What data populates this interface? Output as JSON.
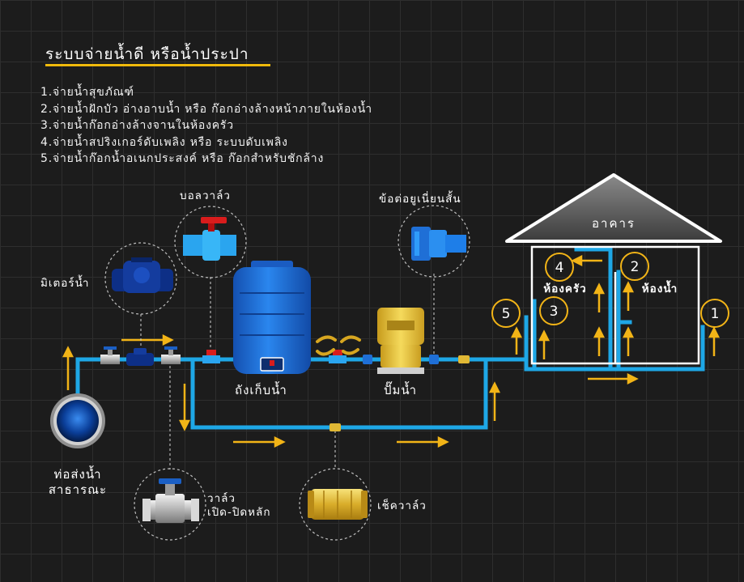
{
  "title": "ระบบจ่ายน้ำดี หรือน้ำประปา",
  "legend": [
    "1.จ่ายน้ำสุขภัณฑ์",
    "2.จ่ายน้ำฝักบัว อ่างอาบน้ำ หรือ ก๊อกอ่างล้างหน้าภายในห้องน้ำ",
    "3.จ่ายน้ำก๊อกอ่างล้างจานในห้องครัว",
    "4.จ่ายน้ำสปริงเกอร์ดับเพลิง หรือ ระบบดับเพลิง",
    "5.จ่ายน้ำก๊อกน้ำอเนกประสงค์ หรือ ก๊อกสำหรับชักล้าง"
  ],
  "components": {
    "ball_valve": "บอลวาล์ว",
    "union": "ข้อต่อยูเนี่ยนสั้น",
    "water_meter": "มิเตอร์น้ำ",
    "storage_tank": "ถังเก็บน้ำ",
    "pump": "ปั๊มน้ำ",
    "public_pipe_line1": "ท่อส่งน้ำ",
    "public_pipe_line2": "สาธารณะ",
    "main_valve_line1": "วาล์ว",
    "main_valve_line2": "เปิด-ปิดหลัก",
    "check_valve": "เช็ควาล์ว"
  },
  "building": {
    "label": "อาคาร",
    "kitchen": "ห้องครัว",
    "bathroom": "ห้องน้ำ"
  },
  "outlets": [
    "1",
    "2",
    "3",
    "4",
    "5"
  ],
  "colors": {
    "background": "#1c1c1c",
    "pipe": "#1ea7e6",
    "arrow": "#f2b417",
    "tank": "#1b6fd1",
    "pump": "#e8c542",
    "accent_line": "#f0b90b"
  }
}
